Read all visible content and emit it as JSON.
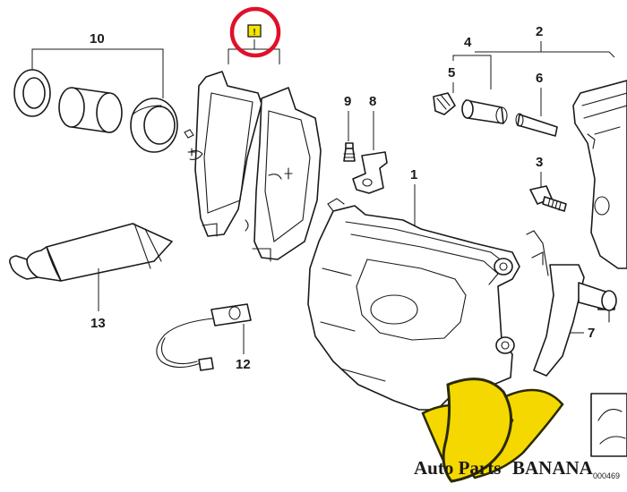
{
  "callouts": {
    "n1": "1",
    "n2": "2",
    "n3": "3",
    "n4": "4",
    "n5": "5",
    "n6": "6",
    "n7": "7",
    "n8": "8",
    "n9": "9",
    "n10": "10",
    "n12": "12",
    "n13": "13"
  },
  "marker_glyph": "!",
  "highlight_color": "#e0102a",
  "marker_color": "#f2e600",
  "watermark": {
    "brand_prefix": "Auto Parts",
    "brand_name": "BANANA",
    "banana_yellow": "#f5d800",
    "banana_outline": "#2a2a00"
  },
  "diagram_code": "000469"
}
